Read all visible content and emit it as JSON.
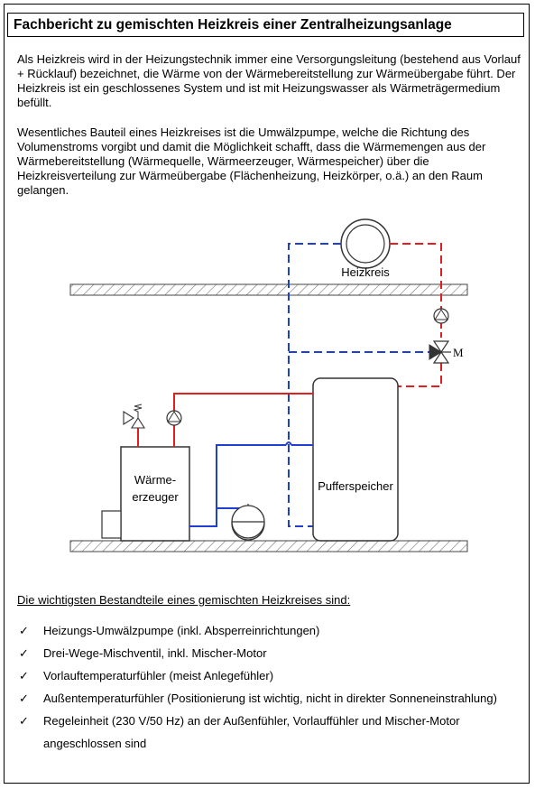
{
  "title": "Fachbericht zu gemischten Heizkreis einer Zentralheizungsanlage",
  "paragraphs": [
    "Als Heizkreis wird in der Heizungstechnik immer eine Versorgungsleitung (bestehend aus Vorlauf + Rücklauf) bezeichnet, die Wärme von der Wärmebereitstellung zur Wärmeübergabe führt. Der Heizkreis ist ein geschlossenes System und ist mit Heizungswasser als Wärmeträgermedium befüllt.",
    "Wesentliches Bauteil eines Heizkreises ist die Umwälzpumpe, welche die Richtung des Volumenstroms vorgibt und damit die Möglichkeit schafft, dass die Wärmemengen aus der Wärmebereitstellung (Wärmequelle, Wärmeerzeuger, Wärmespeicher) über die Heizkreisverteilung zur Wärmeübergabe (Flächenheizung, Heizkörper, o.ä.) an den Raum gelangen."
  ],
  "diagram": {
    "heizkreis_label": "Heizkreis",
    "erzeuger_label_1": "Wärme-",
    "erzeuger_label_2": "erzeuger",
    "speicher_label": "Pufferspeicher",
    "motor_label": "M",
    "colors": {
      "vorlauf": "#e02020",
      "ruecklauf": "#1f3fd0",
      "hatch": "#777777"
    }
  },
  "list_heading": "Die wichtigsten Bestandteile eines gemischten Heizkreises sind:",
  "items": [
    "Heizungs-Umwälzpumpe (inkl. Absperreinrichtungen)",
    "Drei-Wege-Mischventil, inkl. Mischer-Motor",
    "Vorlauftemperaturfühler (meist Anlegefühler)",
    "Außentemperaturfühler (Positionierung ist wichtig, nicht in direkter Sonneneinstrahlung)",
    "Regeleinheit (230 V/50 Hz) an der Außenfühler, Vorlauffühler und Mischer-Motor angeschlossen sind"
  ],
  "check_icon": "checkmark-icon"
}
